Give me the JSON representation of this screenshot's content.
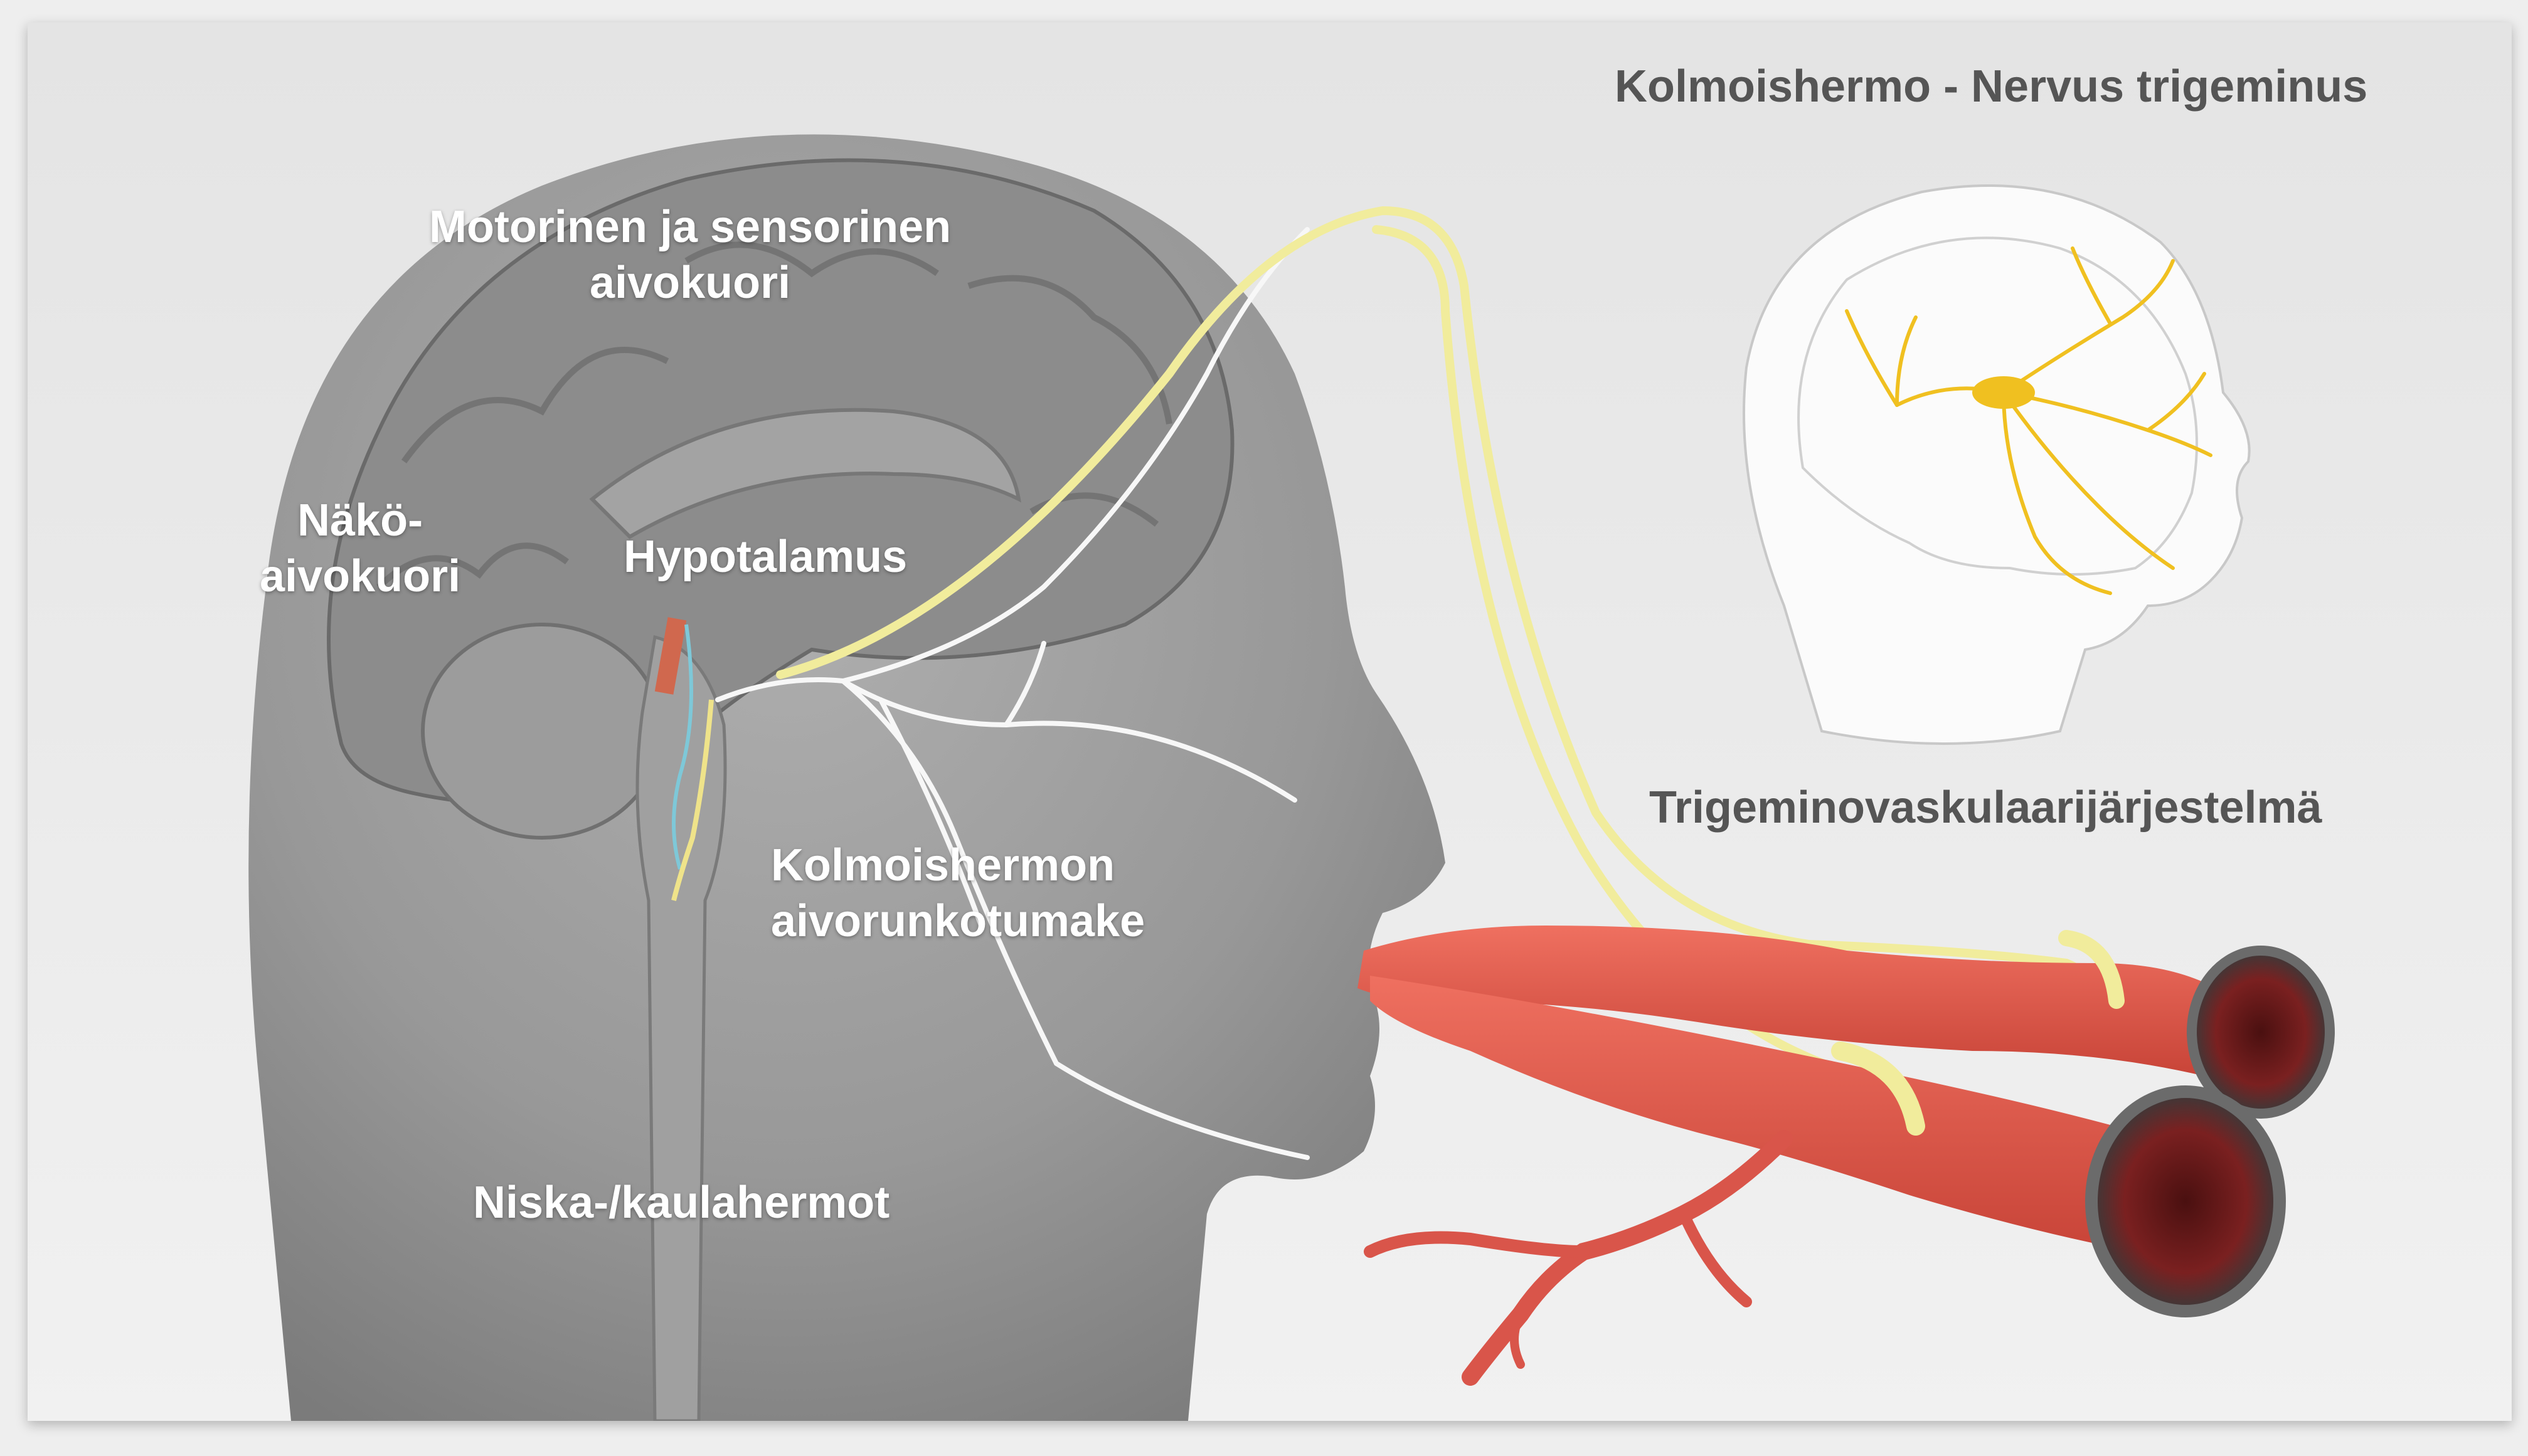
{
  "labels": {
    "motor_sensory_cortex": "Motorinen ja sensorinen\naivokuori",
    "visual_cortex": "Näkö-\naivokuori",
    "hypothalamus": "Hypotalamus",
    "trigeminal_nucleus": "Kolmoishermon\naivorunkotumake",
    "neck_nerves": "Niska-/kaulahermot",
    "inset_title": "Kolmoishermo - Nervus trigeminus",
    "trigeminovascular_system": "Trigeminovaskulaarijärjestelmä"
  },
  "colors": {
    "label_light": "#ffffff",
    "label_dark": "#555555",
    "head_gray": "#9a9a9a",
    "brain_gray": "#8a8a8a",
    "nerve_yellow": "#f1ec9c",
    "nerve_white": "#fafafa",
    "artery_red": "#e05a4c",
    "inset_nerve": "#f0c020"
  }
}
